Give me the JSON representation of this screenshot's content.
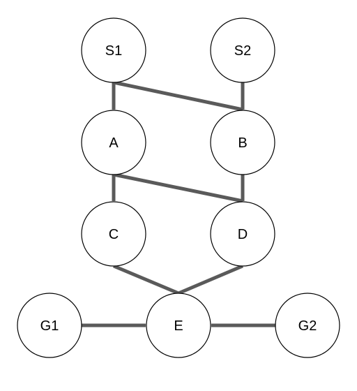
{
  "diagram": {
    "edge_color": "#5a5a5a",
    "node_fill": "#ffffff",
    "node_stroke": "#000000",
    "nodes": [
      {
        "id": "S1",
        "label": "S1"
      },
      {
        "id": "S2",
        "label": "S2"
      },
      {
        "id": "A",
        "label": "A"
      },
      {
        "id": "B",
        "label": "B"
      },
      {
        "id": "C",
        "label": "C"
      },
      {
        "id": "D",
        "label": "D"
      },
      {
        "id": "E",
        "label": "E"
      },
      {
        "id": "G1",
        "label": "G1"
      },
      {
        "id": "G2",
        "label": "G2"
      }
    ],
    "edges": [
      {
        "from": "S1",
        "to": "A"
      },
      {
        "from": "S1",
        "to": "B"
      },
      {
        "from": "S2",
        "to": "B"
      },
      {
        "from": "A",
        "to": "C"
      },
      {
        "from": "A",
        "to": "D"
      },
      {
        "from": "B",
        "to": "D"
      },
      {
        "from": "C",
        "to": "E"
      },
      {
        "from": "D",
        "to": "E"
      },
      {
        "from": "G1",
        "to": "E"
      },
      {
        "from": "E",
        "to": "G2"
      }
    ]
  }
}
